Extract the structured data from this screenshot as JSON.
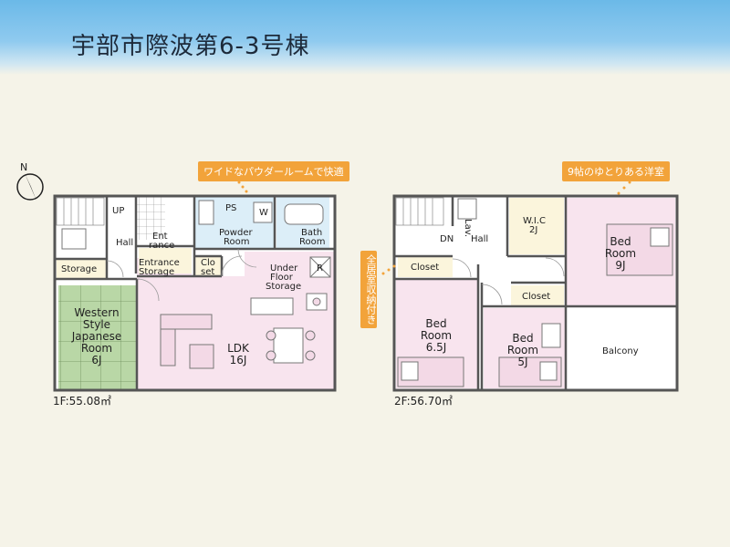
{
  "title": "宇部市際波第6-3号棟",
  "callouts": {
    "powder": "ワイドなパウダールームで快適",
    "bedroom": "9帖のゆとりある洋室",
    "storage": "全居室収納付き"
  },
  "floor1": {
    "area": "1F:55.08㎡",
    "labels": {
      "up": "UP",
      "hall": "Hall",
      "entrance1": "Ent",
      "entrance2": "rance",
      "ps": "PS",
      "w": "W",
      "powder1": "Powder",
      "powder2": "Room",
      "bath1": "Bath",
      "bath2": "Room",
      "storage": "Storage",
      "entstorage1": "Entrance",
      "entstorage2": "Storage",
      "closet1": "Clo",
      "closet2": "set",
      "underfloor1": "Under",
      "underfloor2": "Floor",
      "underfloor3": "Storage",
      "r": "R",
      "jp1": "Western",
      "jp2": "Style",
      "jp3": "Japanese",
      "jp4": "Room",
      "jp5": "6J",
      "ldk1": "LDK",
      "ldk2": "16J"
    }
  },
  "floor2": {
    "area": "2F:56.70㎡",
    "labels": {
      "lav": "Lav.",
      "dn": "DN",
      "hall": "Hall",
      "wic1": "W.I.C",
      "wic2": "2J",
      "bed1a": "Bed",
      "bed1b": "Room",
      "bed1c": "9J",
      "closet1": "Closet",
      "closet2": "Closet",
      "bed2a": "Bed",
      "bed2b": "Room",
      "bed2c": "6.5J",
      "bed3a": "Bed",
      "bed3b": "Room",
      "bed3c": "5J",
      "balcony": "Balcony"
    }
  },
  "compass_label": "N",
  "colors": {
    "wall": "#555555",
    "ldk": "#f8e4ee",
    "water": "#dceef8",
    "tatami": "#b9d7a6",
    "storage": "#fbf5dc",
    "callout": "#f2a33a"
  }
}
